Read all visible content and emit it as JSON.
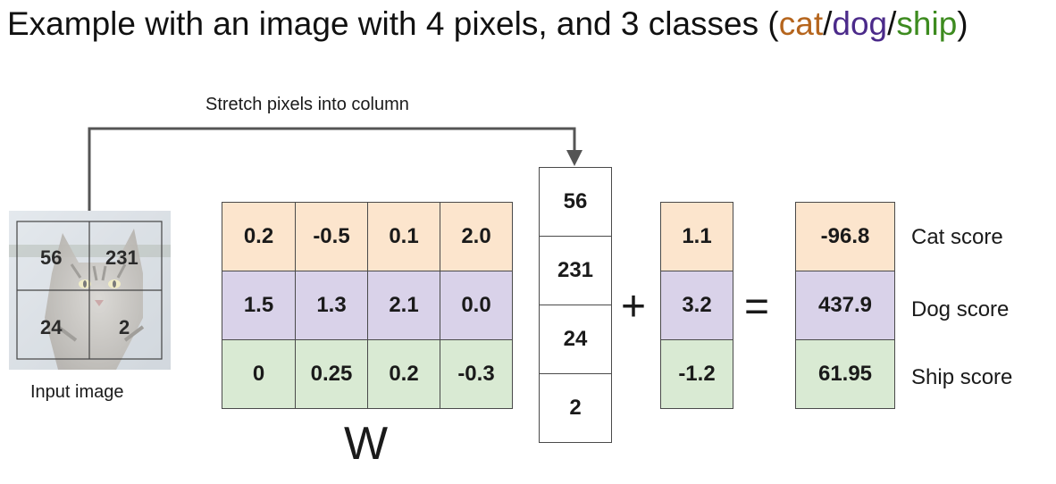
{
  "title": {
    "prefix": "Example with an image with 4 pixels, and 3 classes (",
    "cat": "cat",
    "sep1": "/",
    "dog": "dog",
    "sep2": "/",
    "ship": "ship",
    "suffix": ")"
  },
  "colors": {
    "cat_text": "#b5651d",
    "dog_text": "#4b2a8a",
    "ship_text": "#3d8b1f",
    "cat_row": "#fce5cd",
    "dog_row": "#d9d2e9",
    "ship_row": "#d9ead3"
  },
  "arrow_label": "Stretch pixels into column",
  "input_image": {
    "label": "Input image",
    "pixels": [
      "56",
      "231",
      "24",
      "2"
    ],
    "icon": "cat-photo-icon"
  },
  "weights": {
    "label": "W",
    "rows": [
      [
        "0.2",
        "-0.5",
        "0.1",
        "2.0"
      ],
      [
        "1.5",
        "1.3",
        "2.1",
        "0.0"
      ],
      [
        "0",
        "0.25",
        "0.2",
        "-0.3"
      ]
    ]
  },
  "pixel_column": [
    "56",
    "231",
    "24",
    "2"
  ],
  "plus": "+",
  "bias": [
    "1.1",
    "3.2",
    "-1.2"
  ],
  "equals": "=",
  "scores": [
    "-96.8",
    "437.9",
    "61.95"
  ],
  "score_labels": [
    "Cat score",
    "Dog score",
    "Ship score"
  ]
}
